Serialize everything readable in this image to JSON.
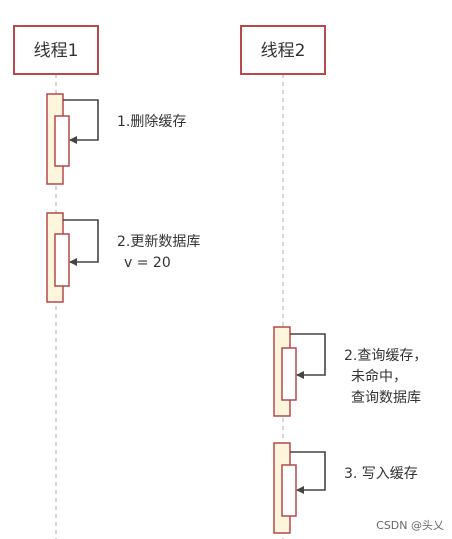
{
  "actors": [
    {
      "name": "线程1"
    },
    {
      "name": "线程2"
    }
  ],
  "messages": [
    {
      "actor": 0,
      "lines": [
        "1.删除缓存"
      ]
    },
    {
      "actor": 0,
      "lines": [
        "2.更新数据库",
        "v = 20"
      ]
    },
    {
      "actor": 1,
      "lines": [
        "2.查询缓存，",
        "未命中，",
        "查询数据库"
      ]
    },
    {
      "actor": 1,
      "lines": [
        "3. 写入缓存"
      ]
    }
  ],
  "watermark": "CSDN @头乂",
  "colors": {
    "border": "#b5494b",
    "activation_fill": "#fdf6dd",
    "lifeline": "#bbbbbb",
    "arrow": "#444444"
  }
}
